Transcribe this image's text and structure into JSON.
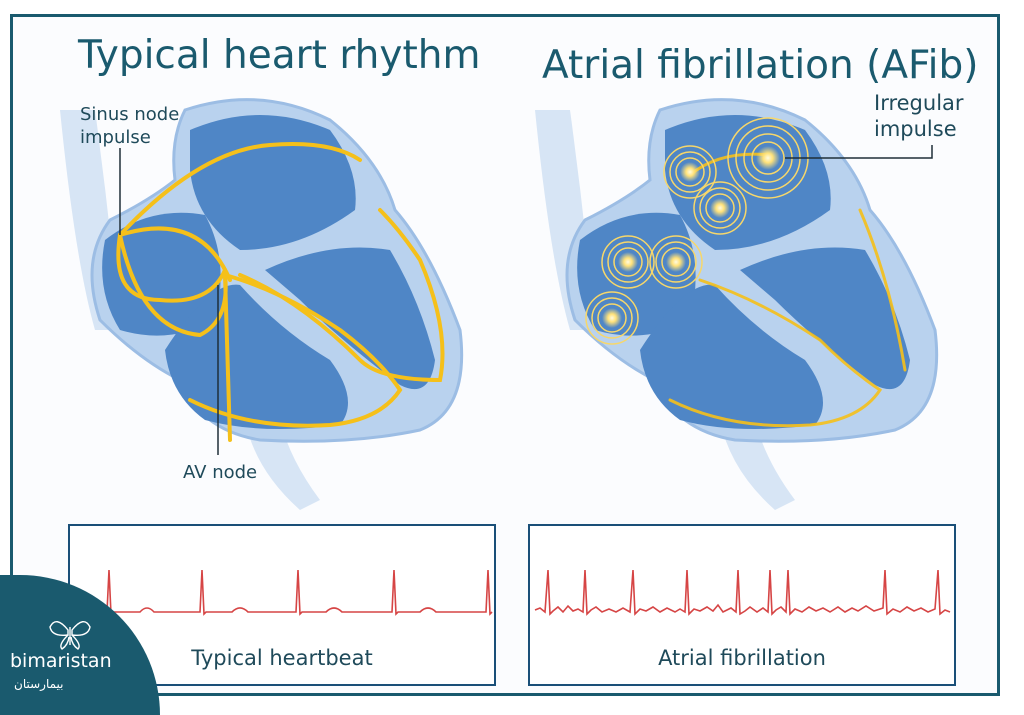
{
  "left_panel": {
    "title": "Typical heart rhythm",
    "sinus_label_line1": "Sinus node",
    "sinus_label_line2": "impulse",
    "av_label": "AV node",
    "ecg_caption": "Typical heartbeat"
  },
  "right_panel": {
    "title": "Atrial fibrillation (AFib)",
    "irregular_label_line1": "Irregular",
    "irregular_label_line2": "impulse",
    "ecg_caption": "Atrial fibrillation"
  },
  "brand": {
    "name": "bimaristan",
    "arabic": "بيمارستان"
  },
  "colors": {
    "frame": "#1a5a6e",
    "heart_blue": "#4f86c6",
    "heart_light": "#b9d2ee",
    "impulse": "#f5c01a",
    "ecg_trace": "#d64545",
    "ecg_border": "#1a4f78"
  }
}
